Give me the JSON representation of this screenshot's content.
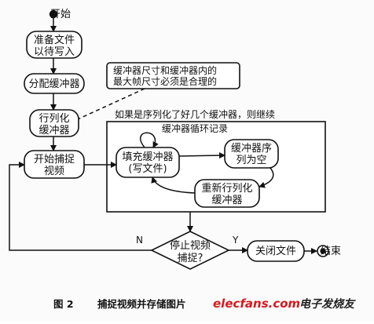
{
  "diagram": {
    "start_label": "开始",
    "node_prepare_line1": "准备文件",
    "node_prepare_line2": "以待写入",
    "node_allocate": "分配缓冲器",
    "note_line1": "缓冲器尺寸和缓冲器内的",
    "note_line2": "最大帧尺寸必须是合理的",
    "node_queue_line1": "行列化",
    "node_queue_line2": "缓冲器",
    "loop_hint": "如果是序列化了好几个缓冲器，则继续",
    "loop_box_title": "缓冲器循环记录",
    "node_fill_line1": "填充缓冲器",
    "node_fill_line2": "(写文件)",
    "node_empty_line1": "缓冲器序",
    "node_empty_line2": "列为空",
    "node_requeue_line1": "重新行列化",
    "node_requeue_line2": "缓冲器",
    "node_capture_line1": "开始捕捉",
    "node_capture_line2": "视频",
    "decision_line1": "停止视频",
    "decision_line2": "捕捉?",
    "branch_no": "N",
    "branch_yes": "Y",
    "node_close": "关闭文件",
    "end_label": "结束"
  },
  "caption": {
    "figure_label": "图 2",
    "text_prefix": "捕捉视频并存储图片",
    "watermark_main": "elecfans.com",
    "watermark_cn": "电子发烧友"
  }
}
